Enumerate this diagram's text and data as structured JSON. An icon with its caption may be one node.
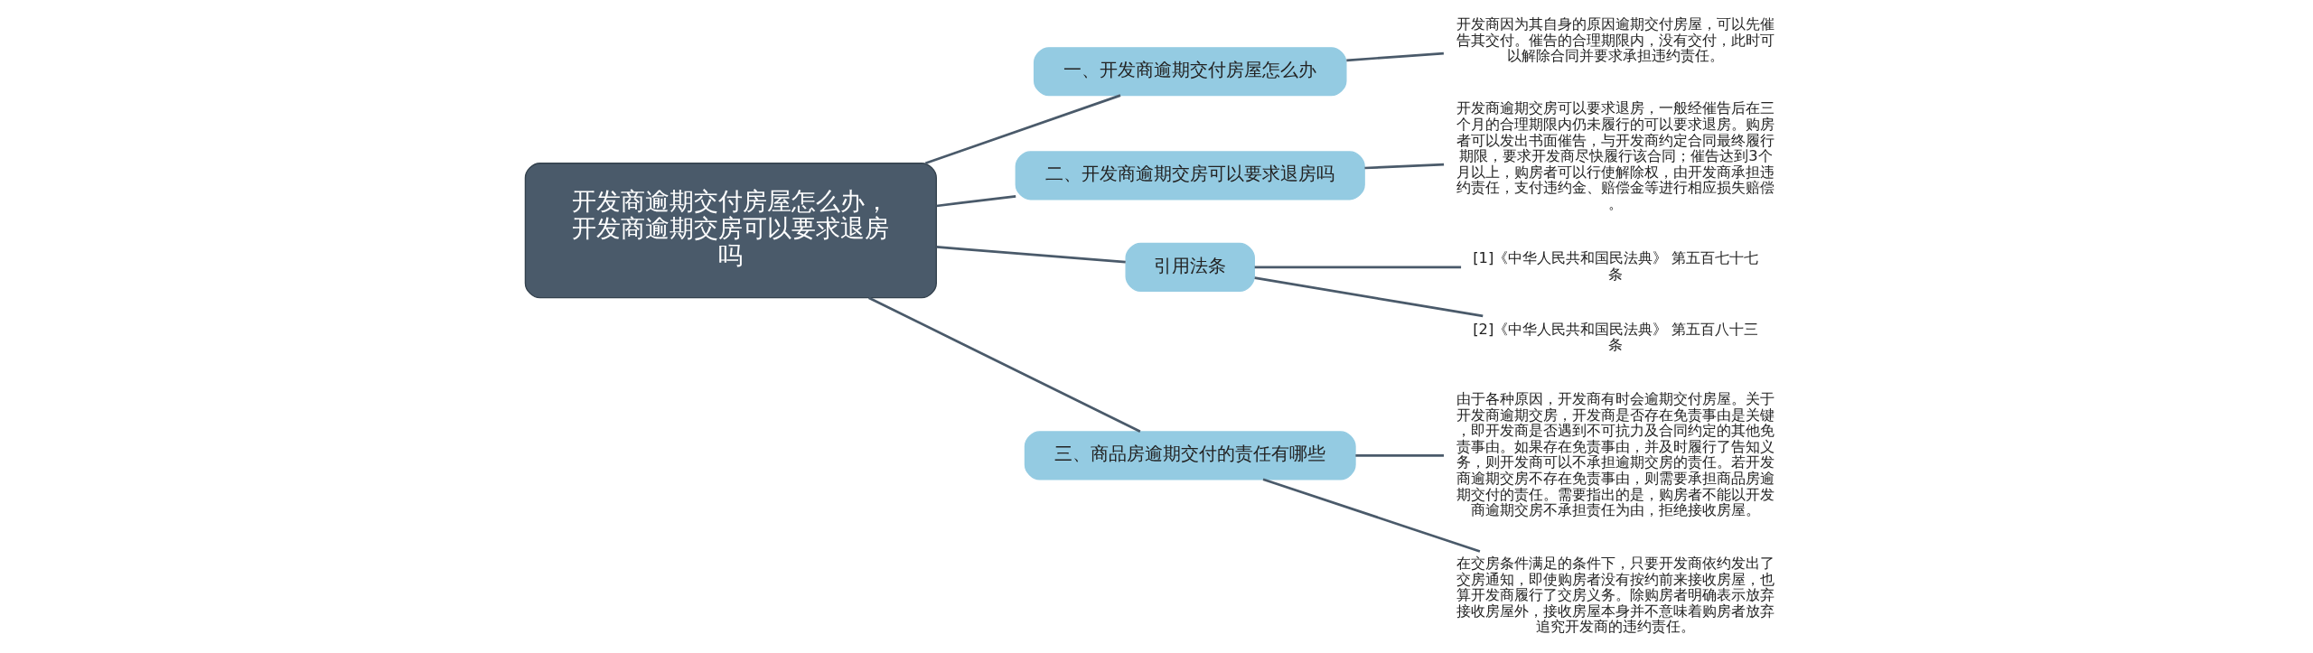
{
  "diagram": {
    "nodes": [
      {
        "text": [
          "开发商逾期交付房屋怎么办，开发商逾期交房可以要求退房吗"
        ]
      },
      {
        "text": [
          "一、开发商逾期交付房屋怎么办"
        ]
      },
      {
        "text": [
          "开发商因为其自身的原因逾期交付房屋，可以先催告其交付。催告的合理期限内，没有交付，此时可以解除合同并要求承担违约责任。"
        ]
      },
      {
        "text": [
          "二、开发商逾期交房可以要求退房吗"
        ]
      },
      {
        "text": [
          "开发商逾期交房可以要求退房，一般经催告后在三个月的合理期限内仍未履行的可以要求退房。购房者可以发出书面催告，与开发商约定合同最终履行期限，要求开发商尽快履行该合同；催告达到3个月以上，购房者可以行使解除权，由开发商承担违约责任，支付违约金、赔偿金等进行相应损失赔偿。"
        ]
      },
      {
        "text": [
          "引用法条"
        ]
      },
      {
        "text": [
          "[1]《中华人民共和国民法典》 第五百七十七条"
        ]
      },
      {
        "text": [
          "[2]《中华人民共和国民法典》 第五百八十三条"
        ]
      },
      {
        "text": [
          "三、商品房逾期交付的责任有哪些"
        ]
      },
      {
        "text": [
          "由于各种原因，开发商有时会逾期交付房屋。关于开发商逾期交房，开发商是否存在免责事由是关键，即开发商是否遇到不可抗力及合同约定的其他免责事由。如果存在免责事由，并及时履行了告知义务，则开发商可以不承担逾期交房的责任。若开发商逾期交房不存在免责事由，则需要承担商品房逾期交付的责任。需要指出的是，购房者不能以开发商逾期交房不承担责任为由，拒绝接收房屋。"
        ]
      },
      {
        "text": [
          "在交房条件满足的条件下，只要开发商依约发出了交房通知，即使购房者没有按约前来接收房屋，也算开发商履行了交房义务。除购房者明确表示放弃接收房屋外，接收房屋本身并不意味着购房者放弃追究开发商的违约责任。"
        ]
      }
    ],
    "edges": [
      {
        "from": 0,
        "to": 1,
        "arrow": "none"
      },
      {
        "from": 1,
        "to": 2,
        "arrow": "none"
      },
      {
        "from": 0,
        "to": 3,
        "arrow": "none"
      },
      {
        "from": 3,
        "to": 4,
        "arrow": "none"
      },
      {
        "from": 0,
        "to": 5,
        "arrow": "none"
      },
      {
        "from": 5,
        "to": 6,
        "arrow": "none"
      },
      {
        "from": 5,
        "to": 7,
        "arrow": "none"
      },
      {
        "from": 0,
        "to": 8,
        "arrow": "none"
      },
      {
        "from": 8,
        "to": 9,
        "arrow": "none"
      },
      {
        "from": 8,
        "to": 10,
        "arrow": "none"
      }
    ]
  }
}
